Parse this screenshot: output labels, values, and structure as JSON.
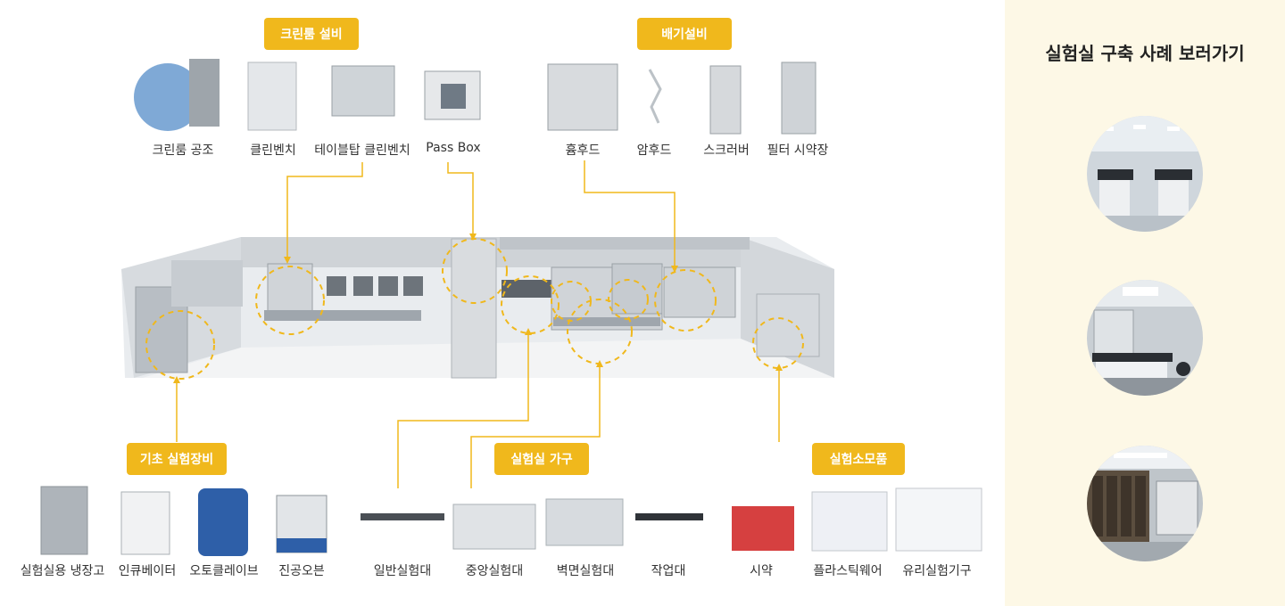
{
  "categories": {
    "cleanroom": {
      "title": "크린룸 설비",
      "items": [
        "크린룸 공조",
        "클린벤치",
        "테이블탑 클린벤치",
        "Pass Box"
      ]
    },
    "exhaust": {
      "title": "배기설비",
      "items": [
        "흄후드",
        "암후드",
        "스크러버",
        "필터 시약장"
      ]
    },
    "basic_equipment": {
      "title": "기초 실험장비",
      "items": [
        "실험실용 냉장고",
        "인큐베이터",
        "오토클레이브",
        "진공오븐"
      ]
    },
    "furniture": {
      "title": "실험실 가구",
      "items": [
        "일반실험대",
        "중앙실험대",
        "벽면실험대",
        "작업대"
      ]
    },
    "consumables": {
      "title": "실험소모품",
      "items": [
        "시약",
        "플라스틱웨어",
        "유리실험기구"
      ]
    }
  },
  "sidebar": {
    "title": "실험실 구축 사례 보러가기",
    "cases": [
      "case-photo-1",
      "case-photo-2",
      "case-photo-3"
    ]
  },
  "colors": {
    "accent": "#f0b81c",
    "sidebar_bg": "#fdf8e6",
    "room_wall": "#dcdfe2",
    "room_floor": "#eceef0"
  }
}
